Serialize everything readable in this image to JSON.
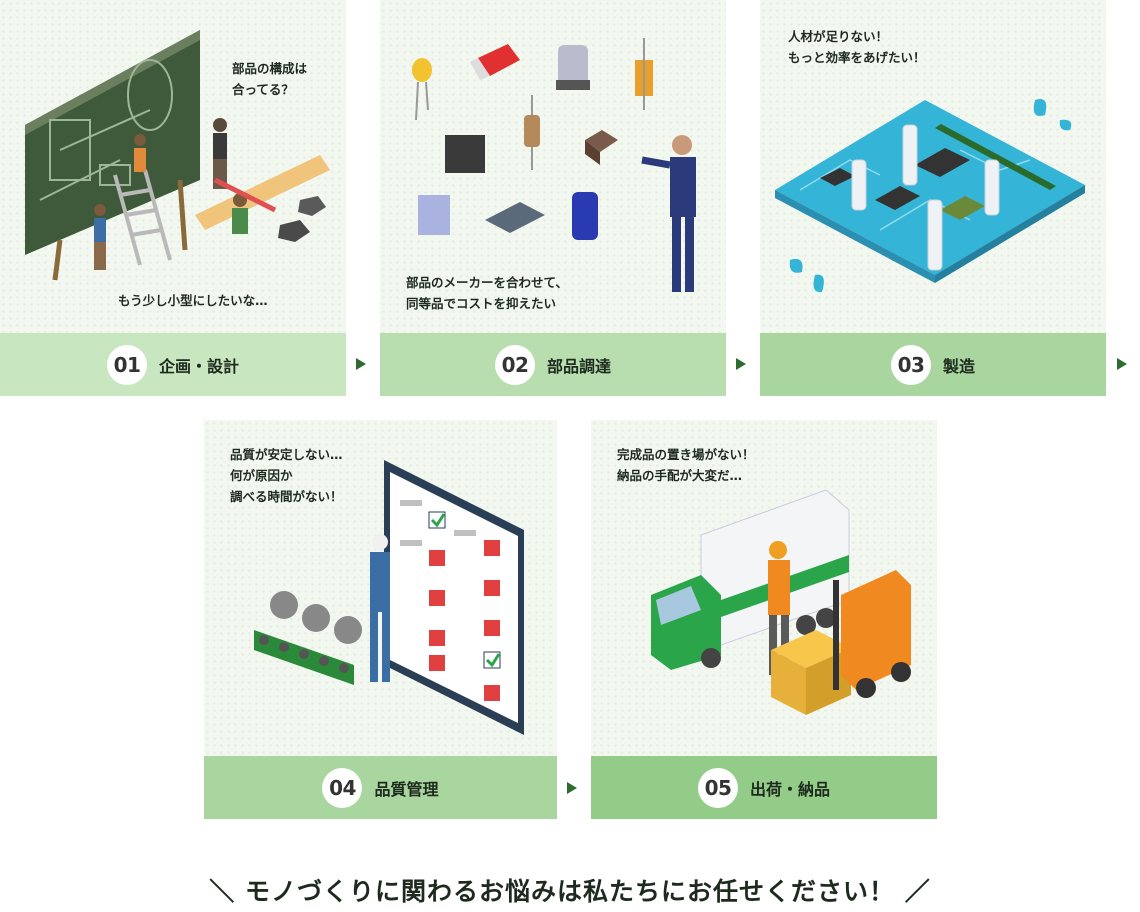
{
  "steps": [
    {
      "num": "01",
      "label": "企画・設計",
      "captions": [
        "部品の構成は",
        "合ってる？",
        "もう少し小型にしたいな…"
      ]
    },
    {
      "num": "02",
      "label": "部品調達",
      "captions": [
        "部品のメーカーを合わせて、",
        "同等品でコストを抑えたい"
      ]
    },
    {
      "num": "03",
      "label": "製造",
      "captions": [
        "人材が足りない！",
        "もっと効率をあげたい！"
      ]
    },
    {
      "num": "04",
      "label": "品質管理",
      "captions": [
        "品質が安定しない…",
        "何が原因か",
        "調べる時間がない！"
      ]
    },
    {
      "num": "05",
      "label": "出荷・納品",
      "captions": [
        "完成品の置き場がない！",
        "納品の手配が大変だ…"
      ]
    }
  ],
  "footer": "＼ モノづくりに関わるお悩みは私たちにお任せください！ ／",
  "arrow_icon": "triangle-right",
  "colors": {
    "arrow": "#2e6b2e",
    "card_bg": "#f2f7ef",
    "accent_green": "#4aa04a"
  }
}
